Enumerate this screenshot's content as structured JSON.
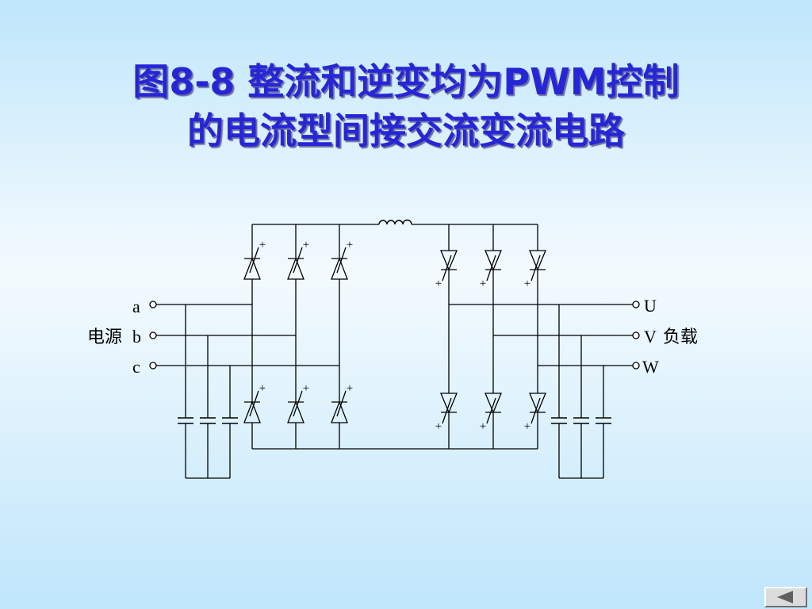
{
  "title": {
    "line1": "图8-8  整流和逆变均为PWM控制",
    "line2": "的电流型间接交流变流电路"
  },
  "labels": {
    "source": "电源",
    "input_a": "a",
    "input_b": "b",
    "input_c": "c",
    "output_u": "U",
    "output_v": "V",
    "output_w": "W",
    "load": "负载",
    "plus": "+"
  },
  "nav": {
    "icon": "triangle-left-icon"
  },
  "colors": {
    "title": "#2626d6",
    "wire": "#000000"
  }
}
